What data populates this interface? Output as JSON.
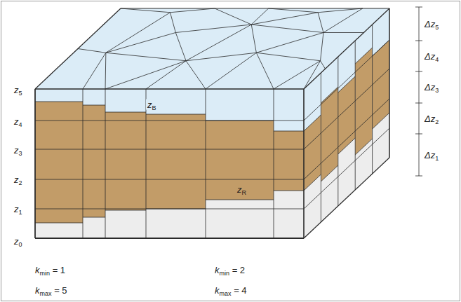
{
  "diagram": {
    "labels": [
      "z5",
      "z4",
      "z3",
      "z2",
      "z1",
      "z0",
      "zB",
      "zR",
      "Δz5",
      "Δz4",
      "Δz3",
      "Δz2",
      "Δz1",
      "kmin = 1",
      "kmax = 5",
      "kmin = 2",
      "kmax = 4"
    ]
  }
}
